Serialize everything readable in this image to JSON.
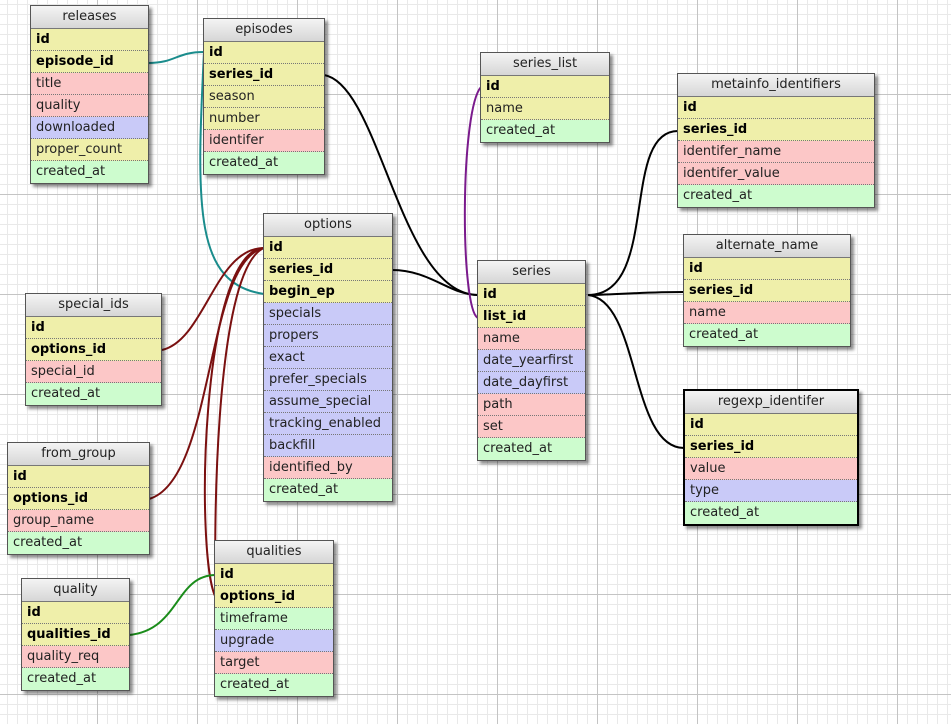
{
  "colors": {
    "yellow": "#efefaa",
    "pink": "#fcc7c7",
    "blue": "#c9caf8",
    "green": "#cdfcce",
    "link_black": "#000000",
    "link_teal": "#1a8c8c",
    "link_purple": "#7a1a8c",
    "link_darkred": "#7a1010",
    "link_green": "#1a8c1a"
  },
  "tables": {
    "releases": {
      "title": "releases",
      "columns": [
        {
          "name": "id",
          "key": true,
          "color": "yellow"
        },
        {
          "name": "episode_id",
          "key": true,
          "color": "yellow"
        },
        {
          "name": "title",
          "key": false,
          "color": "pink"
        },
        {
          "name": "quality",
          "key": false,
          "color": "pink"
        },
        {
          "name": "downloaded",
          "key": false,
          "color": "blue"
        },
        {
          "name": "proper_count",
          "key": false,
          "color": "yellow"
        },
        {
          "name": "created_at",
          "key": false,
          "color": "green"
        }
      ]
    },
    "episodes": {
      "title": "episodes",
      "columns": [
        {
          "name": "id",
          "key": true,
          "color": "yellow"
        },
        {
          "name": "series_id",
          "key": true,
          "color": "yellow"
        },
        {
          "name": "season",
          "key": false,
          "color": "yellow"
        },
        {
          "name": "number",
          "key": false,
          "color": "yellow"
        },
        {
          "name": "identifer",
          "key": false,
          "color": "pink"
        },
        {
          "name": "created_at",
          "key": false,
          "color": "green"
        }
      ]
    },
    "series_list": {
      "title": "series_list",
      "columns": [
        {
          "name": "id",
          "key": true,
          "color": "yellow"
        },
        {
          "name": "name",
          "key": false,
          "color": "yellow"
        },
        {
          "name": "created_at",
          "key": false,
          "color": "green"
        }
      ]
    },
    "metainfo_identifiers": {
      "title": "metainfo_identifiers",
      "columns": [
        {
          "name": "id",
          "key": true,
          "color": "yellow"
        },
        {
          "name": "series_id",
          "key": true,
          "color": "yellow"
        },
        {
          "name": "identifer_name",
          "key": false,
          "color": "pink"
        },
        {
          "name": "identifer_value",
          "key": false,
          "color": "pink"
        },
        {
          "name": "created_at",
          "key": false,
          "color": "green"
        }
      ]
    },
    "options": {
      "title": "options",
      "columns": [
        {
          "name": "id",
          "key": true,
          "color": "yellow"
        },
        {
          "name": "series_id",
          "key": true,
          "color": "yellow"
        },
        {
          "name": "begin_ep",
          "key": true,
          "color": "yellow"
        },
        {
          "name": "specials",
          "key": false,
          "color": "blue"
        },
        {
          "name": "propers",
          "key": false,
          "color": "blue"
        },
        {
          "name": "exact",
          "key": false,
          "color": "blue"
        },
        {
          "name": "prefer_specials",
          "key": false,
          "color": "blue"
        },
        {
          "name": "assume_special",
          "key": false,
          "color": "blue"
        },
        {
          "name": "tracking_enabled",
          "key": false,
          "color": "blue"
        },
        {
          "name": "backfill",
          "key": false,
          "color": "blue"
        },
        {
          "name": "identified_by",
          "key": false,
          "color": "pink"
        },
        {
          "name": "created_at",
          "key": false,
          "color": "green"
        }
      ]
    },
    "series": {
      "title": "series",
      "columns": [
        {
          "name": "id",
          "key": true,
          "color": "yellow"
        },
        {
          "name": "list_id",
          "key": true,
          "color": "yellow"
        },
        {
          "name": "name",
          "key": false,
          "color": "pink"
        },
        {
          "name": "date_yearfirst",
          "key": false,
          "color": "blue"
        },
        {
          "name": "date_dayfirst",
          "key": false,
          "color": "blue"
        },
        {
          "name": "path",
          "key": false,
          "color": "pink"
        },
        {
          "name": "set",
          "key": false,
          "color": "pink"
        },
        {
          "name": "created_at",
          "key": false,
          "color": "green"
        }
      ]
    },
    "alternate_name": {
      "title": "alternate_name",
      "columns": [
        {
          "name": "id",
          "key": true,
          "color": "yellow"
        },
        {
          "name": "series_id",
          "key": true,
          "color": "yellow"
        },
        {
          "name": "name",
          "key": false,
          "color": "pink"
        },
        {
          "name": "created_at",
          "key": false,
          "color": "green"
        }
      ]
    },
    "special_ids": {
      "title": "special_ids",
      "columns": [
        {
          "name": "id",
          "key": true,
          "color": "yellow"
        },
        {
          "name": "options_id",
          "key": true,
          "color": "yellow"
        },
        {
          "name": "special_id",
          "key": false,
          "color": "pink"
        },
        {
          "name": "created_at",
          "key": false,
          "color": "green"
        }
      ]
    },
    "regexp_identifer": {
      "title": "regexp_identifer",
      "columns": [
        {
          "name": "id",
          "key": true,
          "color": "yellow"
        },
        {
          "name": "series_id",
          "key": true,
          "color": "yellow"
        },
        {
          "name": "value",
          "key": false,
          "color": "pink"
        },
        {
          "name": "type",
          "key": false,
          "color": "blue"
        },
        {
          "name": "created_at",
          "key": false,
          "color": "green"
        }
      ]
    },
    "from_group": {
      "title": "from_group",
      "columns": [
        {
          "name": "id",
          "key": true,
          "color": "yellow"
        },
        {
          "name": "options_id",
          "key": true,
          "color": "yellow"
        },
        {
          "name": "group_name",
          "key": false,
          "color": "pink"
        },
        {
          "name": "created_at",
          "key": false,
          "color": "green"
        }
      ]
    },
    "qualities": {
      "title": "qualities",
      "columns": [
        {
          "name": "id",
          "key": true,
          "color": "yellow"
        },
        {
          "name": "options_id",
          "key": true,
          "color": "yellow"
        },
        {
          "name": "timeframe",
          "key": false,
          "color": "green"
        },
        {
          "name": "upgrade",
          "key": false,
          "color": "blue"
        },
        {
          "name": "target",
          "key": false,
          "color": "pink"
        },
        {
          "name": "created_at",
          "key": false,
          "color": "green"
        }
      ]
    },
    "quality": {
      "title": "quality",
      "columns": [
        {
          "name": "id",
          "key": true,
          "color": "yellow"
        },
        {
          "name": "qualities_id",
          "key": true,
          "color": "yellow"
        },
        {
          "name": "quality_req",
          "key": false,
          "color": "pink"
        },
        {
          "name": "created_at",
          "key": false,
          "color": "green"
        }
      ]
    }
  },
  "relations": [
    {
      "from": "releases.episode_id",
      "to": "episodes.id",
      "color": "link_teal"
    },
    {
      "from": "options.begin_ep",
      "to": "episodes.id",
      "color": "link_teal"
    },
    {
      "from": "episodes.series_id",
      "to": "series.id",
      "color": "link_black"
    },
    {
      "from": "options.series_id",
      "to": "series.id",
      "color": "link_black"
    },
    {
      "from": "series.list_id",
      "to": "series_list.id",
      "color": "link_purple"
    },
    {
      "from": "metainfo_identifiers.series_id",
      "to": "series.id",
      "color": "link_black"
    },
    {
      "from": "alternate_name.series_id",
      "to": "series.id",
      "color": "link_black"
    },
    {
      "from": "regexp_identifer.series_id",
      "to": "series.id",
      "color": "link_black"
    },
    {
      "from": "special_ids.options_id",
      "to": "options.id",
      "color": "link_darkred"
    },
    {
      "from": "from_group.options_id",
      "to": "options.id",
      "color": "link_darkred"
    },
    {
      "from": "qualities.options_id",
      "to": "options.id",
      "color": "link_darkred"
    },
    {
      "from": "quality.qualities_id",
      "to": "qualities.id",
      "color": "link_green"
    }
  ]
}
